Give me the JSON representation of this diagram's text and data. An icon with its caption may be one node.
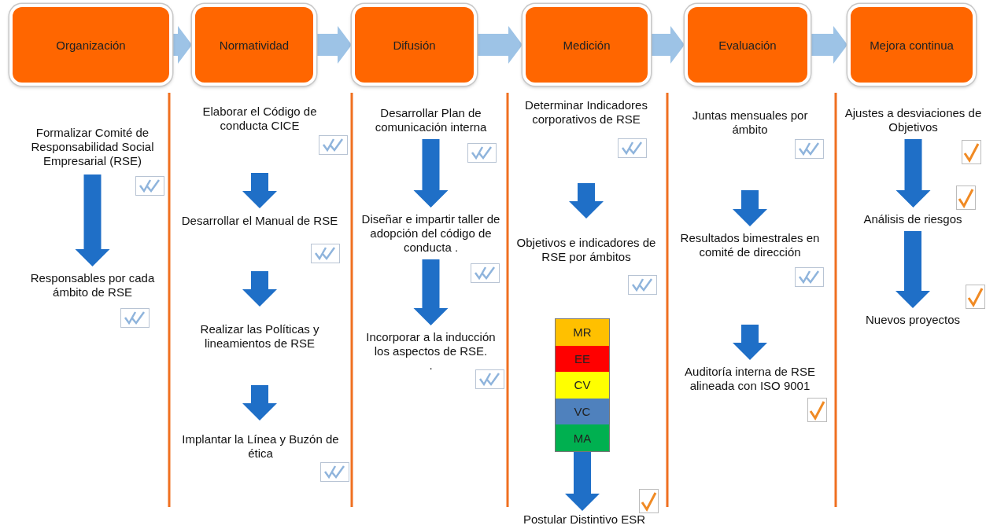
{
  "diagram": {
    "nodes": [
      {
        "text": [
          "Organización"
        ]
      },
      {
        "text": [
          "Normatividad"
        ]
      },
      {
        "text": [
          "Difusión"
        ]
      },
      {
        "text": [
          "Medición"
        ]
      },
      {
        "text": [
          "Evaluación"
        ]
      },
      {
        "text": [
          "Mejora continua"
        ]
      },
      {
        "text": [
          "Formalizar Comité de Responsabilidad Social Empresarial (RSE)"
        ]
      },
      {
        "text": [
          "Responsables por cada ámbito de RSE"
        ]
      },
      {
        "text": [
          "Elaborar el Código de conducta CICE"
        ]
      },
      {
        "text": [
          "Desarrollar el Manual de RSE"
        ]
      },
      {
        "text": [
          "Realizar las Políticas y lineamientos de RSE"
        ]
      },
      {
        "text": [
          "Implantar la Línea y Buzón de ética"
        ]
      },
      {
        "text": [
          "Desarrollar Plan de comunicación interna"
        ]
      },
      {
        "text": [
          "Diseñar e impartir taller de adopción del código de conducta ."
        ]
      },
      {
        "text": [
          "Incorporar a la inducción los aspectos de RSE.",
          "."
        ]
      },
      {
        "text": [
          "Determinar Indicadores corporativos de RSE"
        ]
      },
      {
        "text": [
          "Objetivos e indicadores de RSE por ámbitos"
        ]
      },
      {
        "text": [],
        "shape": "box"
      },
      {
        "text": [
          "MR"
        ],
        "in": 17
      },
      {
        "text": [
          "EE"
        ],
        "in": 17
      },
      {
        "text": [
          "CV"
        ],
        "in": 17
      },
      {
        "text": [
          "VC"
        ],
        "in": 17
      },
      {
        "text": [
          "MA"
        ],
        "in": 17
      },
      {
        "text": [
          "Postular Distintivo ESR"
        ]
      },
      {
        "text": [
          "Juntas mensuales por ámbito"
        ]
      },
      {
        "text": [
          "Resultados bimestrales en comité de dirección"
        ]
      },
      {
        "text": [
          "Auditoría interna de RSE alineada con ISO 9001"
        ]
      },
      {
        "text": [
          "Ajustes a desviaciones de Objetivos"
        ]
      },
      {
        "text": [
          "Análisis de riesgos"
        ]
      },
      {
        "text": [
          "Nuevos proyectos"
        ]
      }
    ],
    "edges": [
      {
        "from": 0,
        "to": 1,
        "arrow": "to",
        "color": "#9dc3e6"
      },
      {
        "from": 1,
        "to": 2,
        "arrow": "to",
        "color": "#9dc3e6"
      },
      {
        "from": 2,
        "to": 3,
        "arrow": "to",
        "color": "#9dc3e6"
      },
      {
        "from": 3,
        "to": 4,
        "arrow": "to",
        "color": "#9dc3e6"
      },
      {
        "from": 4,
        "to": 5,
        "arrow": "to",
        "color": "#9dc3e6"
      },
      {
        "from": 6,
        "to": 7,
        "arrow": "to"
      },
      {
        "from": 8,
        "to": 9,
        "arrow": "to"
      },
      {
        "from": 9,
        "to": 10,
        "arrow": "to"
      },
      {
        "from": 10,
        "to": 11,
        "arrow": "to"
      },
      {
        "from": 12,
        "to": 13,
        "arrow": "to"
      },
      {
        "from": 13,
        "to": 14,
        "arrow": "to"
      },
      {
        "from": 15,
        "to": 16,
        "arrow": "to"
      },
      {
        "from": 17,
        "to": 23,
        "arrow": "to"
      },
      {
        "from": 24,
        "to": 25,
        "arrow": "to"
      },
      {
        "from": 25,
        "to": 26,
        "arrow": "to"
      },
      {
        "from": 27,
        "to": 28,
        "arrow": "to"
      },
      {
        "from": 28,
        "to": 29,
        "arrow": "to"
      }
    ]
  }
}
